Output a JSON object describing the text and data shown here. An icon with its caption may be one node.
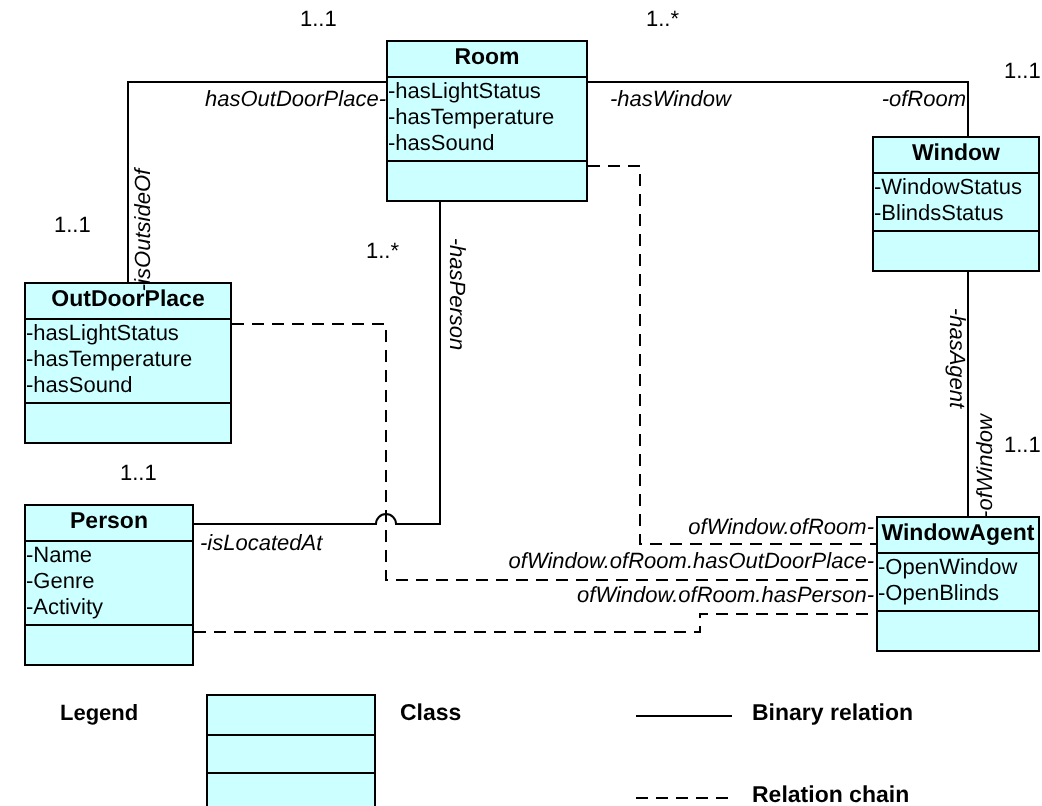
{
  "diagram": {
    "nodes": [
      {
        "text": [
          "Room",
          "-hasLightStatus",
          "-hasTemperature",
          "-hasSound"
        ]
      },
      {
        "text": [
          "OutDoorPlace",
          "-hasLightStatus",
          "-hasTemperature",
          "-hasSound"
        ]
      },
      {
        "text": [
          "Window",
          "-WindowStatus",
          "-BlindsStatus"
        ]
      },
      {
        "text": [
          "Person",
          "-Name",
          "-Genre",
          "-Activity"
        ]
      },
      {
        "text": [
          "WindowAgent",
          "-OpenWindow",
          "-OpenBlinds"
        ]
      }
    ],
    "edges": [
      {
        "from": 0,
        "to": 1,
        "arrow": "none"
      },
      {
        "from": 0,
        "to": 2,
        "arrow": "none"
      },
      {
        "from": 0,
        "to": 3,
        "arrow": "none"
      },
      {
        "from": 2,
        "to": 4,
        "arrow": "none"
      },
      {
        "from": 0,
        "to": 4,
        "arrow": "none",
        "style": "dashed",
        "label": "ofWindow.ofRoom-"
      },
      {
        "from": 1,
        "to": 4,
        "arrow": "none",
        "style": "dashed",
        "label": "ofWindow.ofRoom.hasOutDoorPlace-"
      },
      {
        "from": 3,
        "to": 4,
        "arrow": "none",
        "style": "dashed",
        "label": "ofWindow.ofRoom.hasPerson-"
      }
    ],
    "labels": [
      "1..1",
      "hasOutDoorPlace-",
      "-isOutsideOf",
      "1..1",
      "1..*",
      "-hasWindow",
      "-ofRoom",
      "1..1",
      "-hasPerson",
      "1..*",
      "1..1",
      "-isLocatedAt",
      "-hasAgent",
      "-ofWindow",
      "1..1",
      "Legend"
    ],
    "legend": [
      {
        "text": "Class"
      },
      {
        "text": "Binary relation"
      },
      {
        "text": "Relation chain"
      }
    ]
  }
}
